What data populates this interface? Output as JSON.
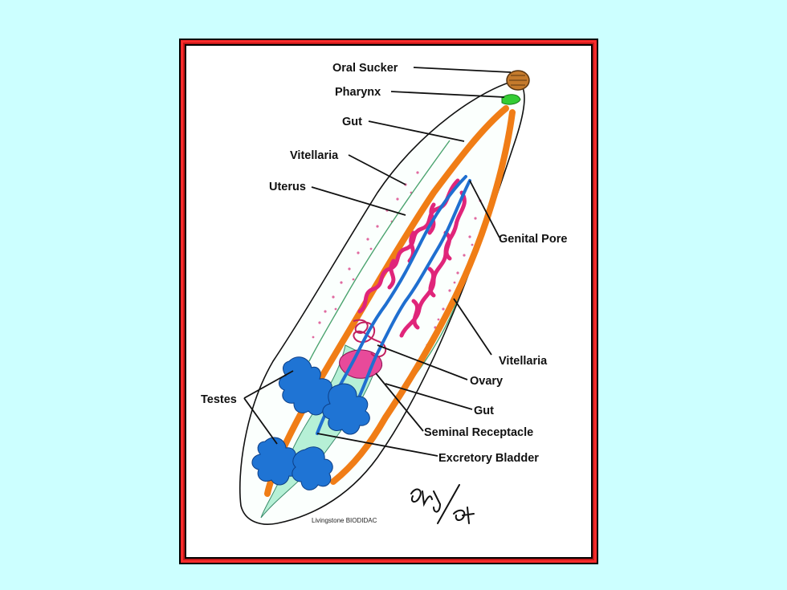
{
  "labels": {
    "oral_sucker": "Oral Sucker",
    "pharynx": "Pharynx",
    "gut_top": "Gut",
    "vitellaria_left": "Vitellaria",
    "uterus": "Uterus",
    "genital_pore": "Genital Pore",
    "vitellaria_right": "Vitellaria",
    "ovary": "Ovary",
    "testes": "Testes",
    "gut_bottom": "Gut",
    "seminal_receptacle": "Seminal Receptacle",
    "excretory_bladder": "Excretory Bladder"
  },
  "signature": {
    "initials": "Guy/94",
    "credit": "Livingstone BIODIDAC"
  },
  "colors": {
    "background": "#ccffff",
    "frame_red": "#ff2b2b",
    "gut": "#f07d16",
    "uterus": "#e0257a",
    "ducts": "#1f6fd0",
    "testes": "#1f74d4",
    "bladder": "#b6f0d6",
    "pharynx": "#33cc33",
    "oral_sucker": "#c47a2c"
  }
}
